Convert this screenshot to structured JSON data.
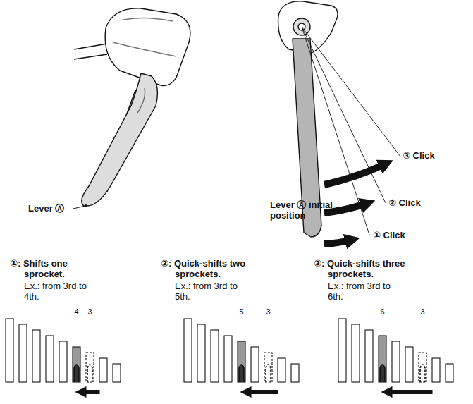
{
  "diagram": {
    "labels": [
      "Lever Ⓐ",
      "Lever Ⓐ initial position",
      "③ Click",
      "② Click",
      "① Click",
      "①: Shifts one sprocket.",
      "Ex.: from 3rd to 4th.",
      "②: Quick-shifts two sprockets.",
      "Ex.: from 3rd to 5th.",
      "③: Quick-shifts three sprockets.",
      "Ex.: from 3rd to 6th.",
      "4",
      "3",
      "5",
      "3",
      "6",
      "3"
    ]
  }
}
